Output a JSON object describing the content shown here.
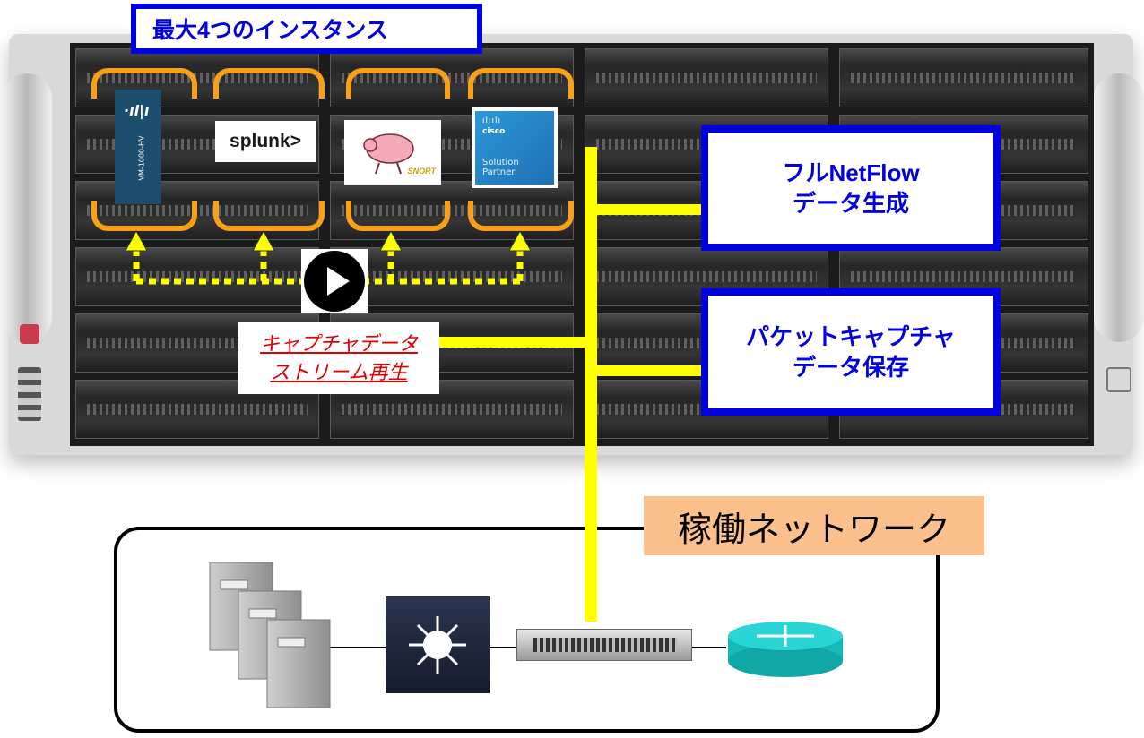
{
  "title_box": {
    "label": "最大4つのインスタンス"
  },
  "instances": [
    {
      "name": "VM-1000-HV",
      "logo_icon": "appliance-icon"
    },
    {
      "name": "splunk>",
      "logo_icon": "splunk-logo"
    },
    {
      "name": "SNORT",
      "logo_icon": "snort-pig-logo"
    },
    {
      "name": "Solution Partner",
      "brand": "cisco",
      "logo_icon": "cisco-solution-partner-logo"
    }
  ],
  "replay": {
    "line1": "キャプチャデータ",
    "line2": "ストリーム再生"
  },
  "netflow_box": {
    "line1": "フルNetFlow",
    "line2": "データ生成"
  },
  "capture_box": {
    "line1": "パケットキャプチャ",
    "line2": "データ保存"
  },
  "network": {
    "label": "稼働ネットワーク",
    "devices": [
      "server-stack-icon",
      "core-switch-icon",
      "tap-appliance-icon",
      "router-icon"
    ]
  },
  "colors": {
    "accent_blue": "#0000e0",
    "bracket_orange": "#f7a01a",
    "link_yellow": "#ffff00",
    "replay_red": "#e00000",
    "network_label_bg": "#fbc08c",
    "router_cyan": "#2ad5d5"
  }
}
